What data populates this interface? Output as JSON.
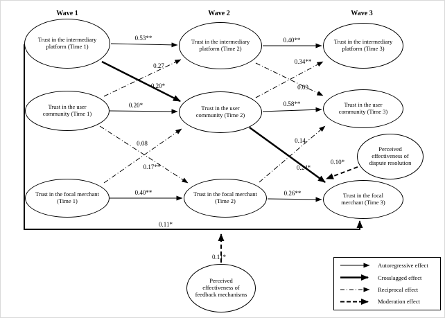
{
  "waves": [
    {
      "label": "Wave 1"
    },
    {
      "label": "Wave 2"
    },
    {
      "label": "Wave 3"
    }
  ],
  "nodes": {
    "platform_t1": {
      "label": "Trust in the intermediary platform (Time 1)"
    },
    "platform_t2": {
      "label": "Trust in the intermediary platform (Time 2)"
    },
    "platform_t3": {
      "label": "Trust in the intermediary platform (Time 3)"
    },
    "community_t1": {
      "label": "Trust in the user community (Time 1)"
    },
    "community_t2": {
      "label": "Trust in the user community (Time 2)"
    },
    "community_t3": {
      "label": "Trust in the user community (Time 3)"
    },
    "merchant_t1": {
      "label": "Trust in the focal merchant (Time 1)"
    },
    "merchant_t2": {
      "label": "Trust in the focal merchant (Time 2)"
    },
    "merchant_t3": {
      "label": "Trust in the focal merchant (Time 3)"
    },
    "dispute": {
      "label": "Perceived effectiveness of dispute resolution"
    },
    "feedback": {
      "label": "Perceived effectiveness of feedback mechanisms"
    }
  },
  "edges": [
    {
      "id": "platform-t1-t2",
      "type": "autoregressive",
      "from": "platform_t1",
      "to": "platform_t2",
      "label": "0.53**"
    },
    {
      "id": "platform-t2-t3",
      "type": "autoregressive",
      "from": "platform_t2",
      "to": "platform_t3",
      "label": "0.40**"
    },
    {
      "id": "community-t1-t2",
      "type": "autoregressive",
      "from": "community_t1",
      "to": "community_t2",
      "label": "0.20*"
    },
    {
      "id": "community-t2-t3",
      "type": "autoregressive",
      "from": "community_t2",
      "to": "community_t3",
      "label": "0.58**"
    },
    {
      "id": "merchant-t1-t2",
      "type": "autoregressive",
      "from": "merchant_t1",
      "to": "merchant_t2",
      "label": "0.40**"
    },
    {
      "id": "merchant-t2-t3",
      "type": "autoregressive",
      "from": "merchant_t2",
      "to": "merchant_t3",
      "label": "0.26**"
    },
    {
      "id": "platform-t1-community-t2",
      "type": "crosslagged",
      "from": "platform_t1",
      "to": "community_t2",
      "label": "0.20*"
    },
    {
      "id": "community-t2-merchant-t3",
      "type": "crosslagged",
      "from": "community_t2",
      "to": "merchant_t3",
      "label": "0.24*"
    },
    {
      "id": "platform-t1-merchant-t3",
      "type": "crosslagged",
      "from": "platform_t1",
      "to": "merchant_t3",
      "label": "0.11*"
    },
    {
      "id": "community-t1-platform-t2",
      "type": "reciprocal",
      "from": "community_t1",
      "to": "platform_t2",
      "label": "0.27"
    },
    {
      "id": "community-t1-merchant-t2",
      "type": "reciprocal",
      "from": "community_t1",
      "to": "merchant_t2",
      "label": "0.17**"
    },
    {
      "id": "merchant-t1-community-t2",
      "type": "reciprocal",
      "from": "merchant_t1",
      "to": "community_t2",
      "label": "0.08"
    },
    {
      "id": "community-t2-platform-t3",
      "type": "reciprocal",
      "from": "community_t2",
      "to": "platform_t3",
      "label": "0.34**"
    },
    {
      "id": "platform-t2-community-t3",
      "type": "reciprocal",
      "from": "platform_t2",
      "to": "community_t3",
      "label": "0.09"
    },
    {
      "id": "merchant-t2-community-t3",
      "type": "reciprocal",
      "from": "merchant_t2",
      "to": "community_t3",
      "label": "0.14"
    },
    {
      "id": "dispute-moderation",
      "type": "moderation",
      "from": "dispute",
      "to": "community-t2-merchant-t3-path",
      "label": "0.10*"
    },
    {
      "id": "feedback-moderation",
      "type": "moderation",
      "from": "feedback",
      "to": "platform-t1-merchant-t3-path",
      "label": "0.11*"
    }
  ],
  "legend": {
    "items": [
      {
        "type": "autoregressive",
        "label": "Autoregressive effect"
      },
      {
        "type": "crosslagged",
        "label": "Crosslagged effect"
      },
      {
        "type": "reciprocal",
        "label": "Reciprocal effect"
      },
      {
        "type": "moderation",
        "label": "Moderation effect"
      }
    ]
  }
}
